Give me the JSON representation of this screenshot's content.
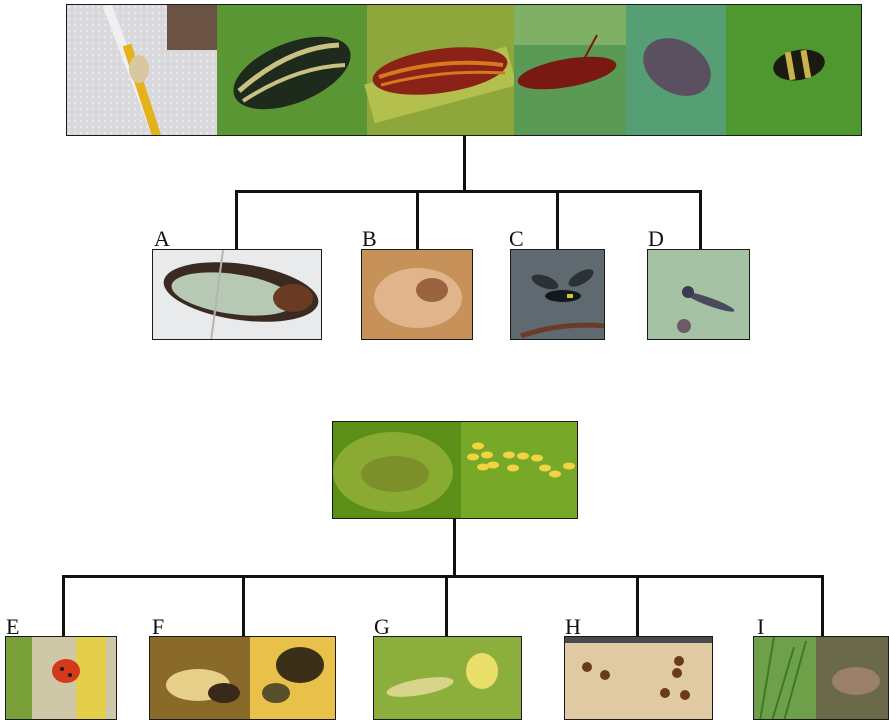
{
  "figure": {
    "panels": {
      "a": {
        "letter": "A",
        "subject": "parasitized-froghopper-photo"
      },
      "b": {
        "letter": "B",
        "subject": "fungus-infected-nymph-photo"
      },
      "c": {
        "letter": "C",
        "subject": "wasp-predator-photo"
      },
      "d": {
        "letter": "D",
        "subject": "robber-fly-photo"
      },
      "e": {
        "letter": "E",
        "subject": "lady-beetle-photo"
      },
      "f": {
        "letter": "F",
        "subject": "larva-and-beetle-photos"
      },
      "g": {
        "letter": "G",
        "subject": "lacewing-larva-photo"
      },
      "h": {
        "letter": "H",
        "subject": "parasitized-aphids-photo"
      },
      "i": {
        "letter": "I",
        "subject": "grass-and-bug-photos"
      }
    },
    "top_pest_strip": {
      "subject": "six-froghopper-photos"
    },
    "aphid_hub": {
      "subject": "aphid-and-eggs-photo"
    },
    "colors": {
      "line": "#111111",
      "leaf_green": "#6aa33a",
      "leaf_dark": "#3d7d2b",
      "insect_red": "#8a2218",
      "insect_orange": "#d77a1d",
      "egg_yellow": "#f2d341"
    }
  }
}
